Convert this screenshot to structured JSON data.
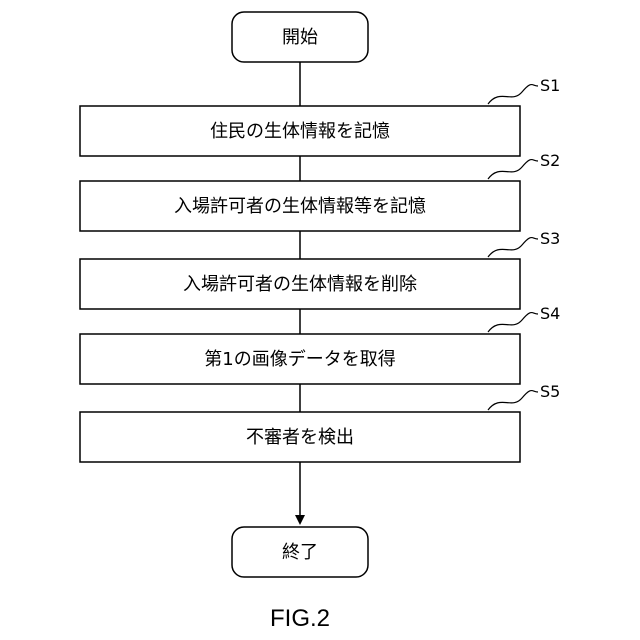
{
  "flowchart": {
    "start": {
      "label": "開始"
    },
    "steps": [
      {
        "id": "S1",
        "label": "住民の生体情報を記憶"
      },
      {
        "id": "S2",
        "label": "入場許可者の生体情報等を記憶"
      },
      {
        "id": "S3",
        "label": "入場許可者の生体情報を削除"
      },
      {
        "id": "S4",
        "label": "第1の画像データを取得"
      },
      {
        "id": "S5",
        "label": "不審者を検出"
      }
    ],
    "end": {
      "label": "終了"
    }
  },
  "figure_label": "FIG.2"
}
